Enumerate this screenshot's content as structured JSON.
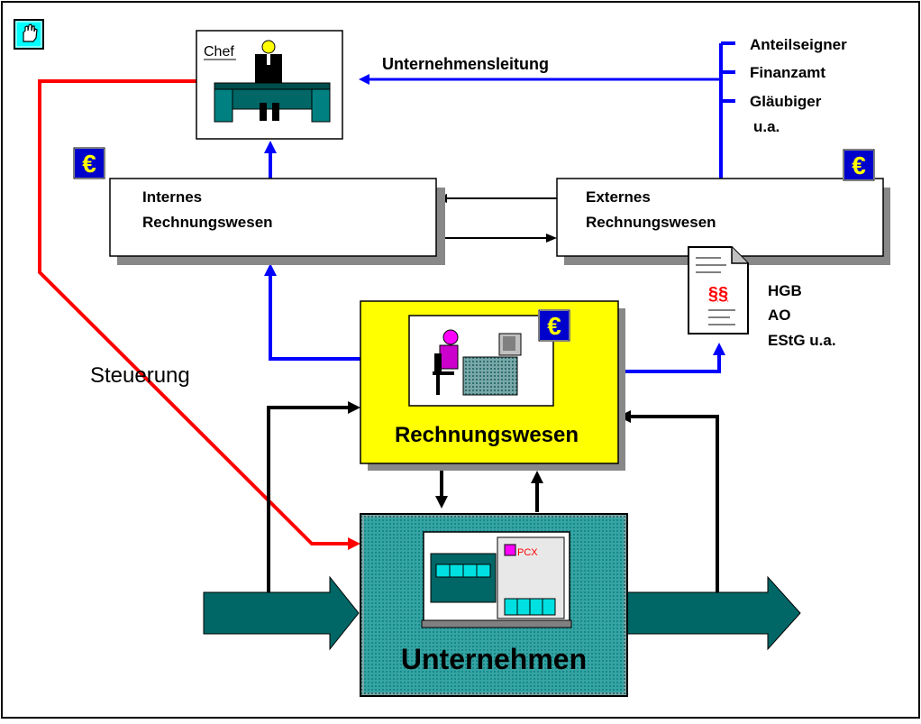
{
  "labels": {
    "chef": "Chef",
    "leadership": "Unternehmensleitung",
    "stakeholders": [
      "Anteilseigner",
      "Finanzamt",
      "Gläubiger",
      "u.a."
    ],
    "internal": [
      "Internes",
      "Rechnungswesen"
    ],
    "external": [
      "Externes",
      "Rechnungswesen"
    ],
    "laws": [
      "HGB",
      "AO",
      "EStG u.a."
    ],
    "steering": "Steuerung",
    "accounting": "Rechnungswesen",
    "company": "Unternehmen",
    "paragraph": "§§",
    "machine_tag": "PCX",
    "euro_symbol": "€"
  },
  "colors": {
    "steering_line": "#ff0000",
    "info_line": "#0000ff",
    "flow_line": "#000000",
    "accounting_fill": "#ffff00",
    "company_fill": "#00a0a0",
    "process_arrow": "#006666",
    "euro_badge": "#0000cc",
    "euro_glyph": "#ffff00",
    "hand_icon_bg": "#00ffff"
  },
  "icons": [
    "hand-pointer-icon",
    "euro-icon",
    "manager-at-desk-icon",
    "clerk-at-computer-icon",
    "law-document-icon",
    "machine-icon"
  ]
}
